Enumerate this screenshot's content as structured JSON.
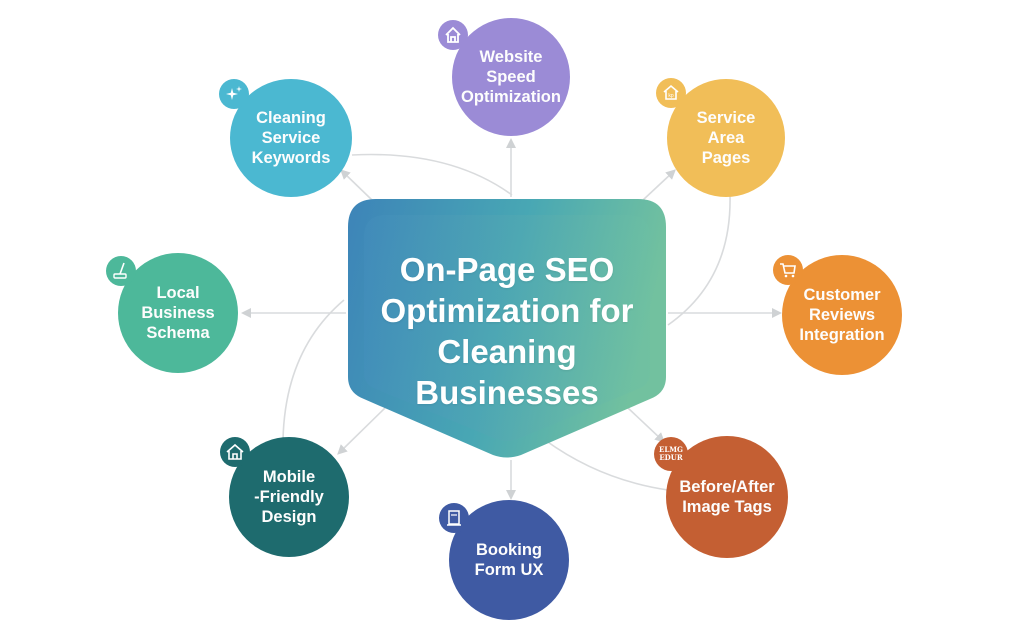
{
  "center": {
    "title": "On-Page SEO Optimization for Cleaning Businesses",
    "gradient": [
      "#3f86b8",
      "#4aa8b2",
      "#6dbfa1"
    ]
  },
  "nodes": [
    {
      "id": "website-speed",
      "label": "Website\nSpeed\nOptimization",
      "color": "#9b8bd6",
      "icon": "house-icon"
    },
    {
      "id": "service-area",
      "label": "Service\nArea\nPages",
      "color": "#f1be58",
      "icon": "house-map-icon"
    },
    {
      "id": "customer-reviews",
      "label": "Customer\nReviews\nIntegration",
      "color": "#ec9135",
      "icon": "cart-icon"
    },
    {
      "id": "before-after",
      "label": "Before/After\nImage Tags",
      "color": "#c45f33",
      "icon": "text-badge-icon",
      "icon_text": "ELMG\nEDUR"
    },
    {
      "id": "booking-form",
      "label": "Booking\nForm UX",
      "color": "#3f5aa3",
      "icon": "form-icon"
    },
    {
      "id": "mobile-friendly",
      "label": "Mobile\n-Friendly\nDesign",
      "color": "#1e6b6e",
      "icon": "house-icon"
    },
    {
      "id": "local-business",
      "label": "Local\nBusiness\nSchema",
      "color": "#4db89a",
      "icon": "mop-icon"
    },
    {
      "id": "cleaning-keywords",
      "label": "Cleaning\nService\nKeywords",
      "color": "#4bb8d1",
      "icon": "sparkle-icon"
    }
  ],
  "connector_color": "#d6d8da"
}
